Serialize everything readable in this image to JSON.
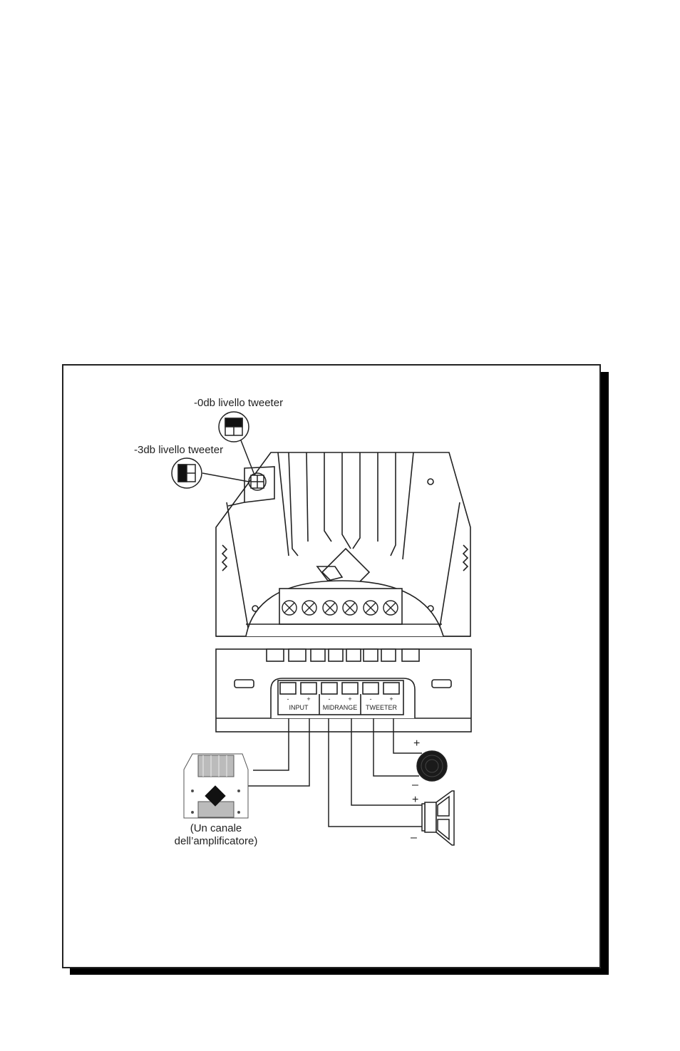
{
  "labels": {
    "tweeter_0db": "-0db livello tweeter",
    "tweeter_3db": "-3db livello tweeter",
    "amp_caption_line1": "(Un canale",
    "amp_caption_line2": "dell’amplificatore)"
  },
  "terminals": {
    "signs": [
      "-",
      "+",
      "-",
      "+",
      "-",
      "+"
    ],
    "groups": [
      "INPUT",
      "MIDRANGE",
      "TWEETER"
    ]
  },
  "speakers": {
    "tweeter_plus": "+",
    "tweeter_minus": "–",
    "woofer_plus": "+",
    "woofer_minus": "–"
  },
  "colors": {
    "line": "#222222",
    "frame_shadow": "#000000"
  }
}
